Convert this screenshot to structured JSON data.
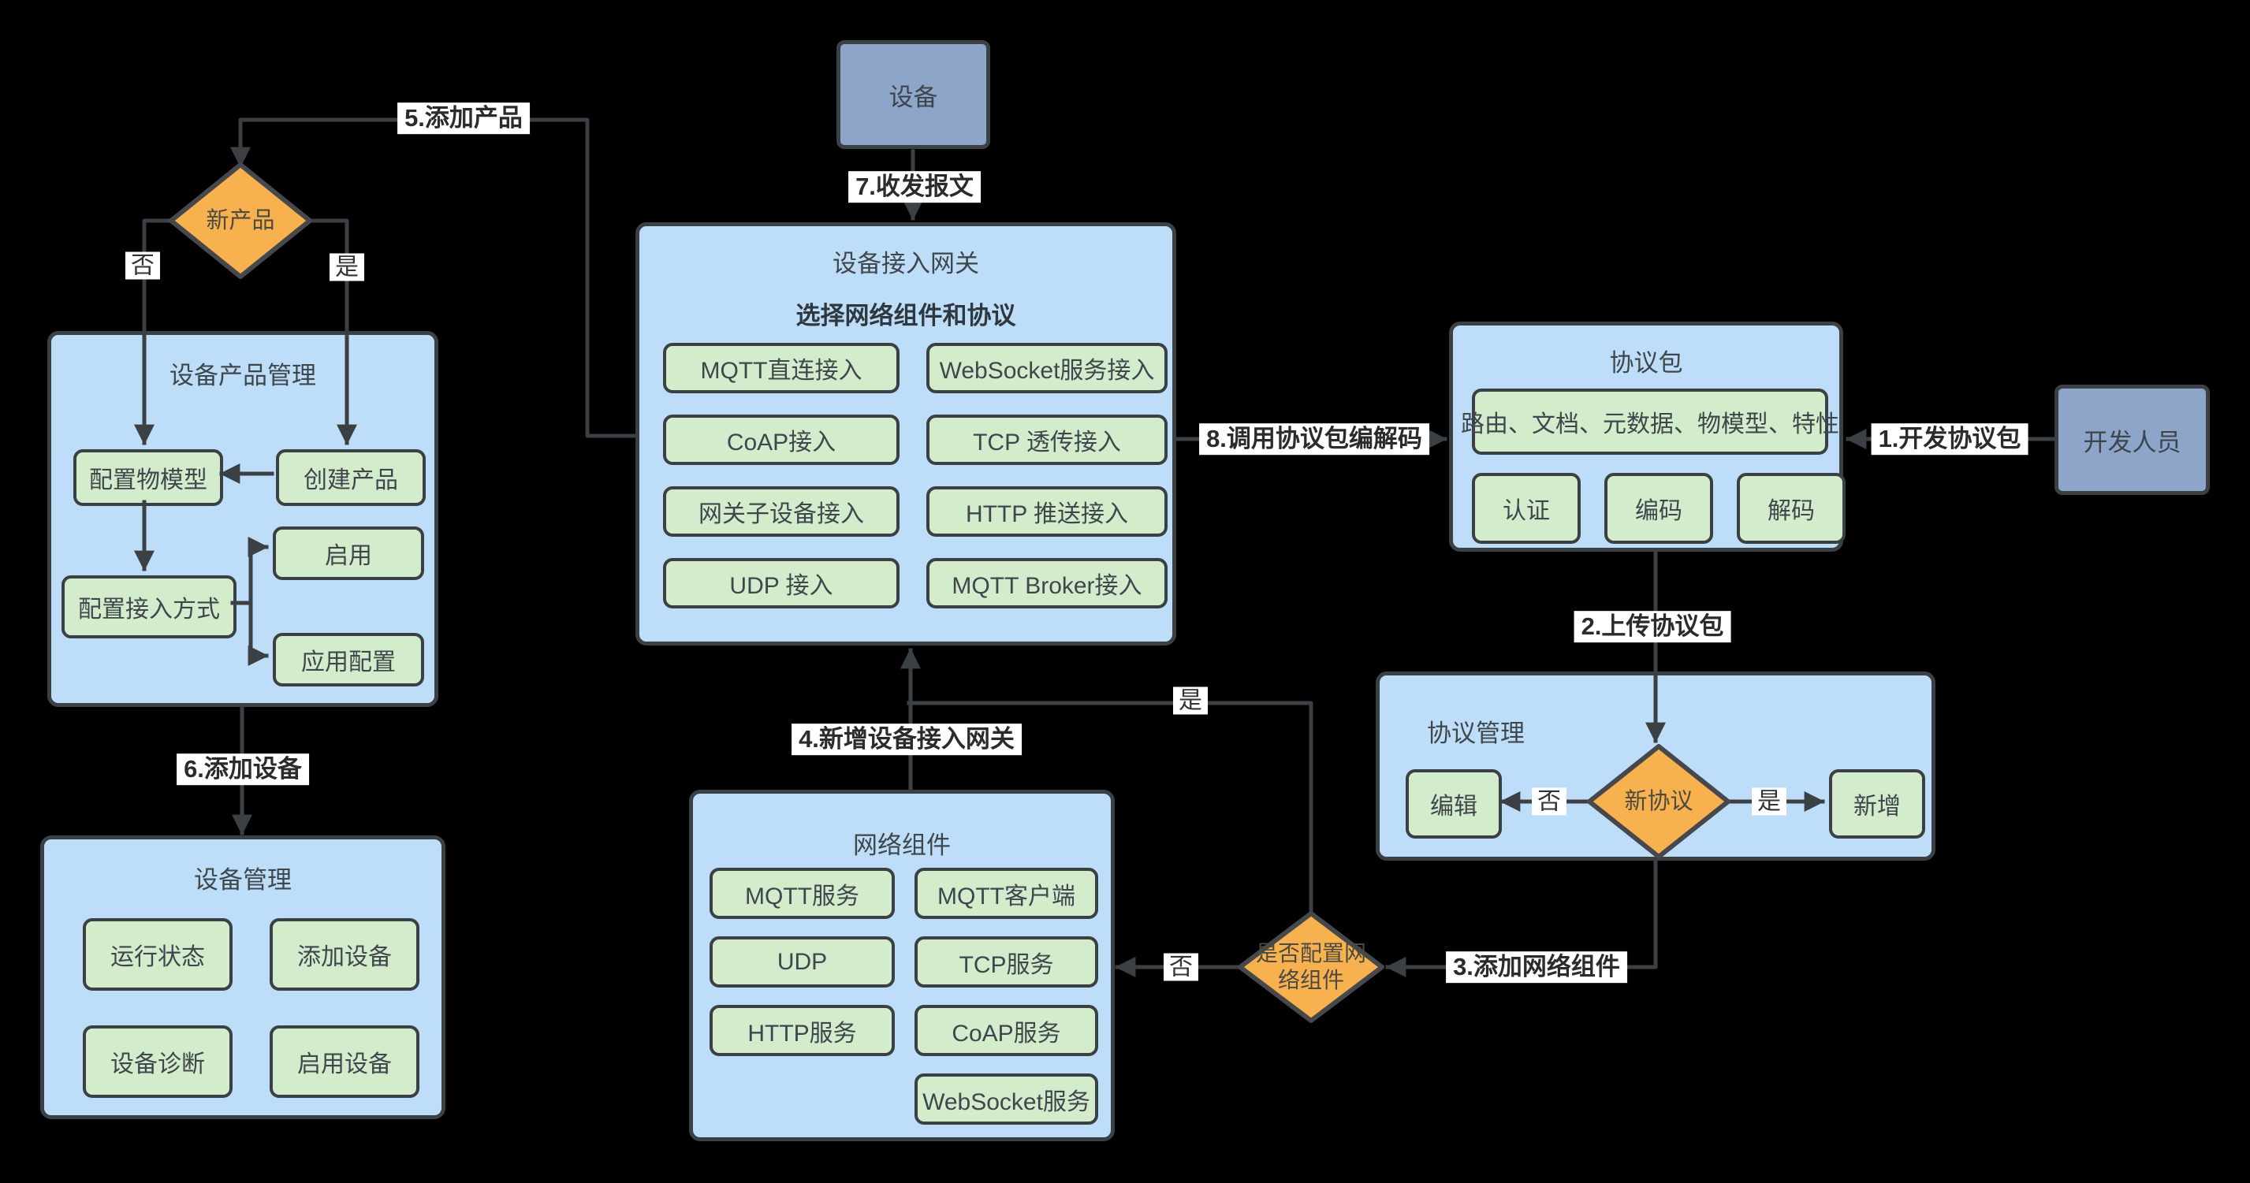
{
  "colors": {
    "background": "#000000",
    "panel_blue": "#bdddf8",
    "button_green": "#d3eccc",
    "diamond_orange": "#f8b14f",
    "actor_bluegray": "#8ca5c8",
    "line": "#3b4045"
  },
  "nodes": {
    "device": {
      "label": "设备"
    },
    "developer": {
      "label": "开发人员"
    },
    "gateway": {
      "title": "设备接入网关",
      "subtitle": "选择网络组件和协议",
      "buttons": [
        "MQTT直连接入",
        "WebSocket服务接入",
        "CoAP接入",
        "TCP 透传接入",
        "网关子设备接入",
        "HTTP 推送接入",
        "UDP 接入",
        "MQTT Broker接入"
      ]
    },
    "protocol_package": {
      "title": "协议包",
      "feature_bar": "路由、文档、元数据、物模型、特性",
      "buttons": [
        "认证",
        "编码",
        "解码"
      ]
    },
    "protocol_management": {
      "title": "协议管理",
      "edit": "编辑",
      "decision": "新协议",
      "add": "新增",
      "no": "否",
      "yes": "是"
    },
    "network_decision": {
      "label": "是否配置网\n络组件",
      "no": "否",
      "yes": "是"
    },
    "network_components": {
      "title": "网络组件",
      "buttons": [
        "MQTT服务",
        "MQTT客户端",
        "UDP",
        "TCP服务",
        "HTTP服务",
        "CoAP服务",
        "WebSocket服务"
      ]
    },
    "new_product_decision": {
      "label": "新产品",
      "no": "否",
      "yes": "是"
    },
    "product_management": {
      "title": "设备产品管理",
      "config_model": "配置物模型",
      "create_product": "创建产品",
      "config_access": "配置接入方式",
      "enable": "启用",
      "apply_config": "应用配置"
    },
    "device_management": {
      "title": "设备管理",
      "buttons": [
        "运行状态",
        "添加设备",
        "设备诊断",
        "启用设备"
      ]
    }
  },
  "step_labels": {
    "s1": "1.开发协议包",
    "s2": "2.上传协议包",
    "s3": "3.添加网络组件",
    "s4": "4.新增设备接入网关",
    "s5": "5.添加产品",
    "s6": "6.添加设备",
    "s7": "7.收发报文",
    "s8": "8.调用协议包编解码"
  }
}
